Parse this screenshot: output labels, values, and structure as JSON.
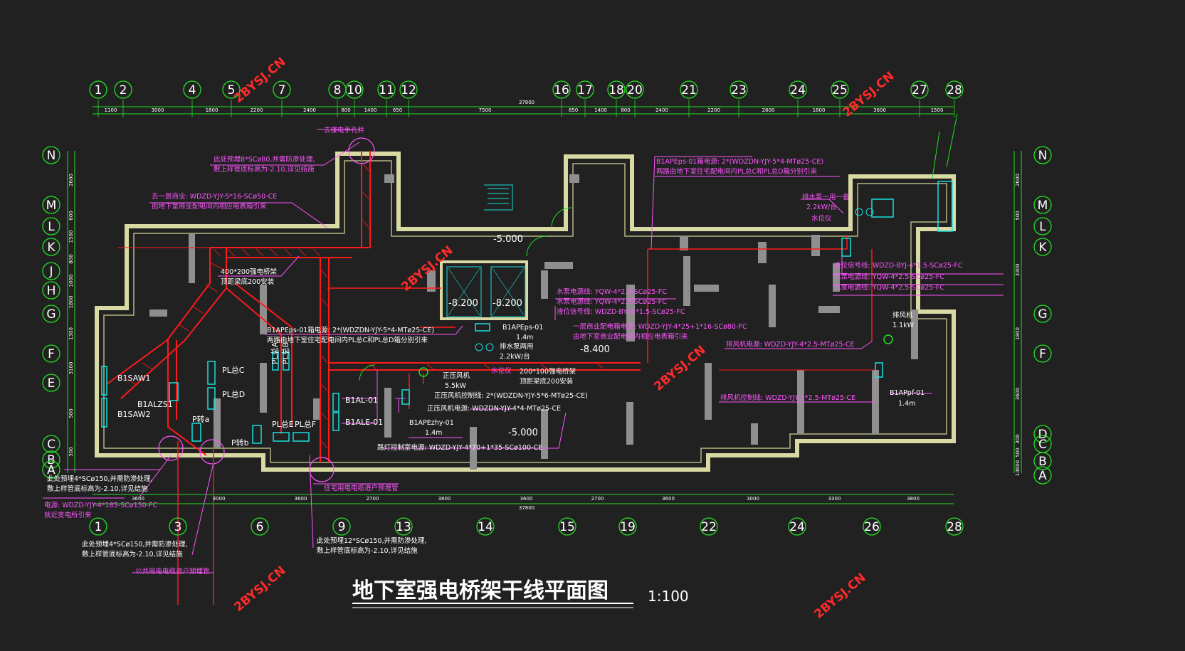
{
  "drawing": {
    "title": "地下室强电桥架干线平面图",
    "scale": "1:100",
    "watermark": "2BYSJ.CN",
    "colors": {
      "background": "#212121",
      "grid": "#22e022",
      "wall": "#d9d9a3",
      "column": "#8f8f8f",
      "tray": "#ff1a1a",
      "annotation": "#ff55ff",
      "equipment": "#18e0e0",
      "text": "#ffffff",
      "watermark": "#ff2a2a"
    }
  },
  "axes_top": [
    "1",
    "2",
    "4",
    "5",
    "7",
    "8",
    "10",
    "11",
    "12",
    "16",
    "17",
    "18",
    "20",
    "21",
    "23",
    "24",
    "25",
    "27",
    "28"
  ],
  "dims_top": [
    "1100",
    "3000",
    "1800",
    "2200",
    "2400",
    "800",
    "1400",
    "650",
    "7500",
    "850",
    "1400",
    "800",
    "2400",
    "2200",
    "2800",
    "1800",
    "3600",
    "1500"
  ],
  "total_top": "37800",
  "axes_bottom": [
    "1",
    "3",
    "6",
    "9",
    "13",
    "14",
    "15",
    "19",
    "22",
    "24",
    "26",
    "28"
  ],
  "dims_bottom": [
    "3600",
    "3000",
    "3600",
    "2700",
    "3800",
    "3600",
    "2700",
    "3600",
    "3000",
    "3300",
    "3800"
  ],
  "total_bottom": "37800",
  "axes_left": [
    "N",
    "M",
    "L",
    "K",
    "J",
    "H",
    "G",
    "F",
    "E",
    "C",
    "B",
    "A"
  ],
  "axes_right": [
    "N",
    "M",
    "L",
    "K",
    "G",
    "F",
    "D",
    "C",
    "B",
    "A"
  ],
  "dims_left": [
    "2600",
    "600",
    "1500",
    "800",
    "1000",
    "1800",
    "1300",
    "3100",
    "500",
    "300"
  ],
  "dims_right": [
    "2600",
    "500",
    "3300",
    "1800",
    "3600",
    "300",
    "500",
    "14600"
  ],
  "levels": {
    "l1": "-5.000",
    "l2": "-8.200",
    "l3": "-8.200",
    "l4": "-8.400",
    "l5": "-5.000"
  },
  "notes": {
    "n_top_shaft": "去楼电手孔井",
    "n1a": "此处预埋8*SCø80,并需防渗处理,",
    "n1b": "敷上样管底标高为-2.10,详见结施",
    "n2a": "去一层商业: WDZD-YJY-5*16-SCø50-CE",
    "n2b": "由地下室商业配电间内相应电表箱引来",
    "n3a": "400*200强电桥架",
    "n3b": "顶距梁底200安装",
    "n4a": "B1APEps-01箱电源: 2*(WDZDN-YJY-5*4-MTø25-CE)",
    "n4b": "两路由地下室住宅配电间内PL总C和PL总D箱分别引来",
    "n5a": "B1APEps-01箱电源: 2*(WDZDN-YJY-5*4-MTø25-CE)",
    "n5b": "两路由地下室住宅配电间内PL总C和PL总D箱分别引来",
    "n6a": "排水泵一用一备",
    "n6b": "2.2kW/台",
    "n6c": "水位仪",
    "n7a": "液位信号线: WDZD-BYJ-4*1.5-SCø25-FC",
    "n7b": "水泵电源线: YQW-4*2.5-SCø25-FC",
    "n7c": "水泵电源线: YQW-4*2.5-SCø25-FC",
    "n8a": "水泵电源线: YQW-4*2.5-SCø25-FC",
    "n8b": "水泵电源线: YQW-4*2.5-SCø25-FC",
    "n8c": "液位信号线: WDZD-BYJ-4*1.5-SCø25-FC",
    "n9a": "一层商业配电箱电源: WDZD-YJY-4*25+1*16-SCø80-FC",
    "n9b": "由地下室商业配电间内相应电表箱引来",
    "n10": "排风机电源: WDZD-YJY-4*2.5-MTø25-CE",
    "n11": "排风机控制线: WDZD-YJY-5*2.5-MTø25-CE",
    "n12a": "排风机",
    "n12b": "1.1kW",
    "n13a": "B1APpf-01",
    "n13b": "1.4m",
    "n14a": "B1APEps-01",
    "n14b": "1.4m",
    "n15a": "排水泵两用",
    "n15b": "2.2kW/台",
    "n15c": "水位仪",
    "n16a": "200*100强电桥架",
    "n16b": "顶距梁底200安装",
    "n17a": "正压风机",
    "n17b": "5.5kW",
    "n18": "正压风机控制线: 2*(WDZDN-YJY-5*6-MTø25-CE)",
    "n19": "正压风机电源: WDZDN-YJY-4*4-MTø25-CE",
    "n20a": "B1APEzhy-01",
    "n20b": "1.4m",
    "n21": "路灯控制室电源: WDZD-YJY-4*70+1*35-SCø100-CE",
    "n22": "住宅用电电缆进户预埋管",
    "n23a": "此处预埋4*SCø150,并需防渗处理,",
    "n23b": "敷上样管底标高为-2.10,详见结施",
    "n24a": "电源: WDZD-YJY-4*185-SCø150-FC",
    "n24b": "就近变电所引来",
    "n25a": "此处预埋4*SCø150,并需防渗处理,",
    "n25b": "敷上样管底标高为-2.10,详见结施",
    "n26": "公共用电电缆进户预埋管",
    "n27a": "此处预埋12*SCø150,并需防渗处理,",
    "n27b": "敷上样管底标高为-2.10,详见结施"
  },
  "panels": {
    "p1": "B1SAW1",
    "p2": "B1ALZS1",
    "p3": "B1SAW2",
    "p4": "PL总C",
    "p5": "PL总D",
    "p6": "PL总A",
    "p7": "PL总B",
    "p8": "P转a",
    "p9": "P转b",
    "p10": "PL总E",
    "p11": "PL总F",
    "p12": "B1AL-01",
    "p13": "B1ALE-01"
  }
}
